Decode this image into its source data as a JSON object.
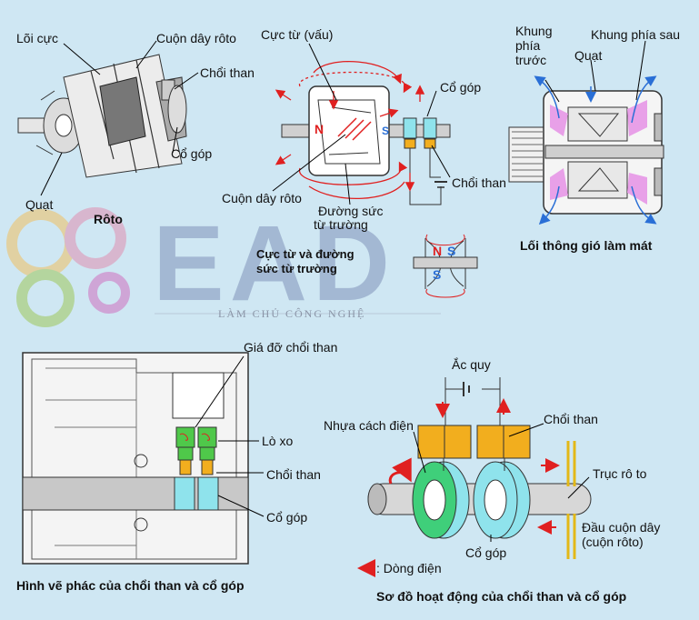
{
  "labels": {
    "loi_cuc": "Lõi cực",
    "cuon_day_roto_1": "Cuộn dây rôto",
    "choi_than_1": "Chổi than",
    "co_gop_1": "Cổ góp",
    "quat_1": "Quạt",
    "roto": "Rôto",
    "cuc_tu_vau": "Cực từ (vấu)",
    "co_gop_2": "Cổ góp",
    "choi_than_2": "Chổi than",
    "cuon_day_roto_2": "Cuộn dây rôto",
    "duong_suc_tu_truong_1": "Đường sức",
    "duong_suc_tu_truong_2": "từ trường",
    "cuc_tu_va_duong_1": "Cực từ và đường",
    "cuc_tu_va_duong_2": "sức từ trường",
    "khung_phia_truoc_1": "Khung",
    "khung_phia_truoc_2": "phía",
    "khung_phia_truoc_3": "trước",
    "khung_phia_sau": "Khung phía sau",
    "quat_2": "Quạt",
    "loi_thong_gio": "Lối thông gió làm mát",
    "gia_do_choi_than": "Giá đỡ chổi than",
    "lo_xo": "Lò xo",
    "choi_than_3": "Chổi than",
    "co_gop_3": "Cổ góp",
    "hinh_ve_phac": "Hình vẽ phác của chổi than và cổ góp",
    "ac_quy": "Ắc quy",
    "nhua_cach_dien": "Nhựa cách điện",
    "choi_than_4": "Chổi than",
    "truc_roto": "Trục rô to",
    "dau_cuon_day_1": "Đầu cuộn dây",
    "dau_cuon_day_2": "(cuộn rôto)",
    "co_gop_4": "Cổ góp",
    "dong_dien": ": Dòng điện",
    "so_do_hoat_dong": "Sơ đồ hoạt động của chổi than và cổ góp",
    "pole_n": "N",
    "pole_s": "S"
  },
  "watermark": {
    "logo": "EAD",
    "tagline": "LÀM CHỦ CÔNG NGHỆ"
  },
  "colors": {
    "background": "#cfe7f3",
    "brush": "#f2ae1e",
    "commutator": "#8fe3ec",
    "spring": "#4fc84a",
    "arrow_red": "#e02020",
    "arrow_blue": "#2a6fd6",
    "pink": "#e8a0e8"
  }
}
